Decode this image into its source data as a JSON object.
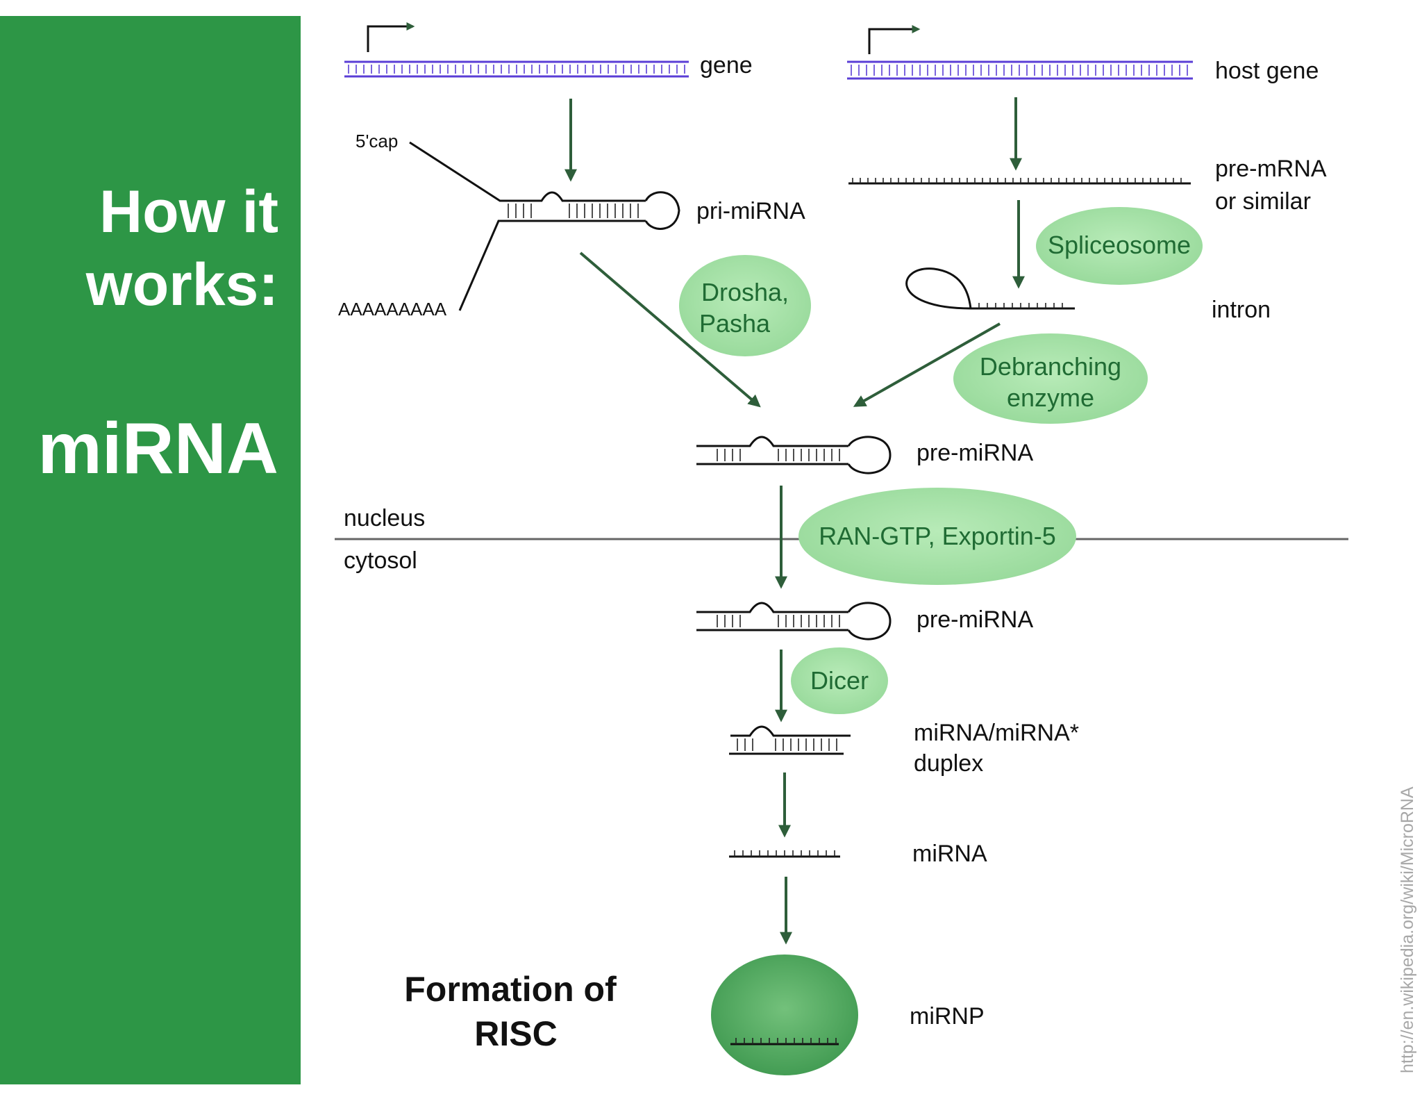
{
  "sidebar": {
    "title_line1": "How it",
    "title_line2": "works:",
    "title_line3": "miRNA",
    "color": "#2d9646"
  },
  "diagram": {
    "left_pathway": {
      "gene": "gene",
      "five_cap": "5'cap",
      "poly_a": "AAAAAAAAA",
      "pri_mirna": "pri-miRNA",
      "enzyme_drosha_line1": "Drosha,",
      "enzyme_drosha_line2": "Pasha"
    },
    "right_pathway": {
      "host_gene": "host gene",
      "pre_mrna_line1": "pre-mRNA",
      "pre_mrna_line2": "or similar",
      "enzyme_spliceosome": "Spliceosome",
      "intron": "intron",
      "enzyme_debranching_line1": "Debranching",
      "enzyme_debranching_line2": "enzyme"
    },
    "pre_mirna_nucleus": "pre-miRNA",
    "compartment_nucleus": "nucleus",
    "compartment_cytosol": "cytosol",
    "exporter": "RAN-GTP, Exportin-5",
    "pre_mirna_cytosol": "pre-miRNA",
    "enzyme_dicer": "Dicer",
    "duplex_line1": "miRNA/miRNA*",
    "duplex_line2": "duplex",
    "mirna": "miRNA",
    "risc_line1": "Formation of",
    "risc_line2": "RISC",
    "mirnp": "miRNP"
  },
  "credit": "http://en.wikipedia.org/wiki/MicroRNA",
  "colors": {
    "dna": "#5a3ed6",
    "arrow": "#2e5e3a",
    "enzyme_fill": "#a6e3a6",
    "enzyme_text": "#1f6b33",
    "mirnp_fill": "#4fa55c"
  }
}
